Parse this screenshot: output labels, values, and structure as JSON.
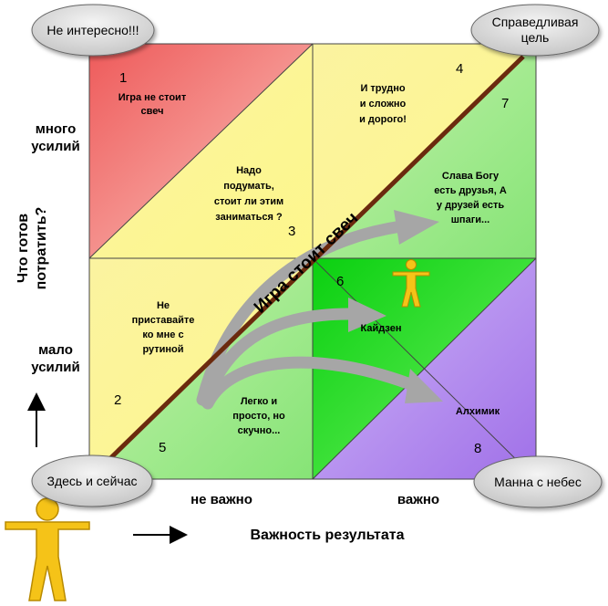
{
  "corners": {
    "top_left": "Не интересно!!!",
    "top_right_line1": "Справедливая",
    "top_right_line2": "цель",
    "bottom_left": "Здесь и сейчас",
    "bottom_right": "Манна с небес"
  },
  "y_axis": {
    "high_line1": "много",
    "high_line2": "усилий",
    "low_line1": "мало",
    "low_line2": "усилий",
    "title_line1": "Что готов",
    "title_line2": "потратить?"
  },
  "x_axis": {
    "low": "не важно",
    "high": "важно",
    "title": "Важность результата"
  },
  "diagonal_label": "Игра стоит свеч",
  "zones": {
    "z1": {
      "num": "1",
      "line1": "Игра не стоит",
      "line2": "свеч"
    },
    "z2": {
      "num": "2",
      "line1": "Не",
      "line2": "приставайте",
      "line3": "ко мне с",
      "line4": "рутиной"
    },
    "z3": {
      "num": "3",
      "line1": "Надо",
      "line2": "подумать,",
      "line3": "стоит ли этим",
      "line4": "заниматься ?"
    },
    "z4": {
      "num": "4",
      "line1": "И трудно",
      "line2": "и сложно",
      "line3": "и дорого!"
    },
    "z5": {
      "num": "5",
      "line1": "Легко и",
      "line2": "просто, но",
      "line3": "скучно..."
    },
    "z6": {
      "num": "6",
      "line1": "Кайдзен"
    },
    "z7": {
      "num": "7",
      "line1": "Слава Богу",
      "line2": "есть друзья, А",
      "line3": "у друзей есть",
      "line4": "шпаги..."
    },
    "z8": {
      "num": "8",
      "line1": "Алхимик"
    }
  },
  "colors": {
    "red": "#f07070",
    "yellow": "#fdf590",
    "green_light": "#a8ec8c",
    "green_bright": "#22e22a",
    "purple": "#b48cf0",
    "diagonal": "#6b2a0e",
    "arrow": "#a6a6a6",
    "figure": "#f5c318"
  },
  "icons": [
    "person-figure-icon",
    "arrow-right-icon",
    "arrow-up-icon"
  ]
}
